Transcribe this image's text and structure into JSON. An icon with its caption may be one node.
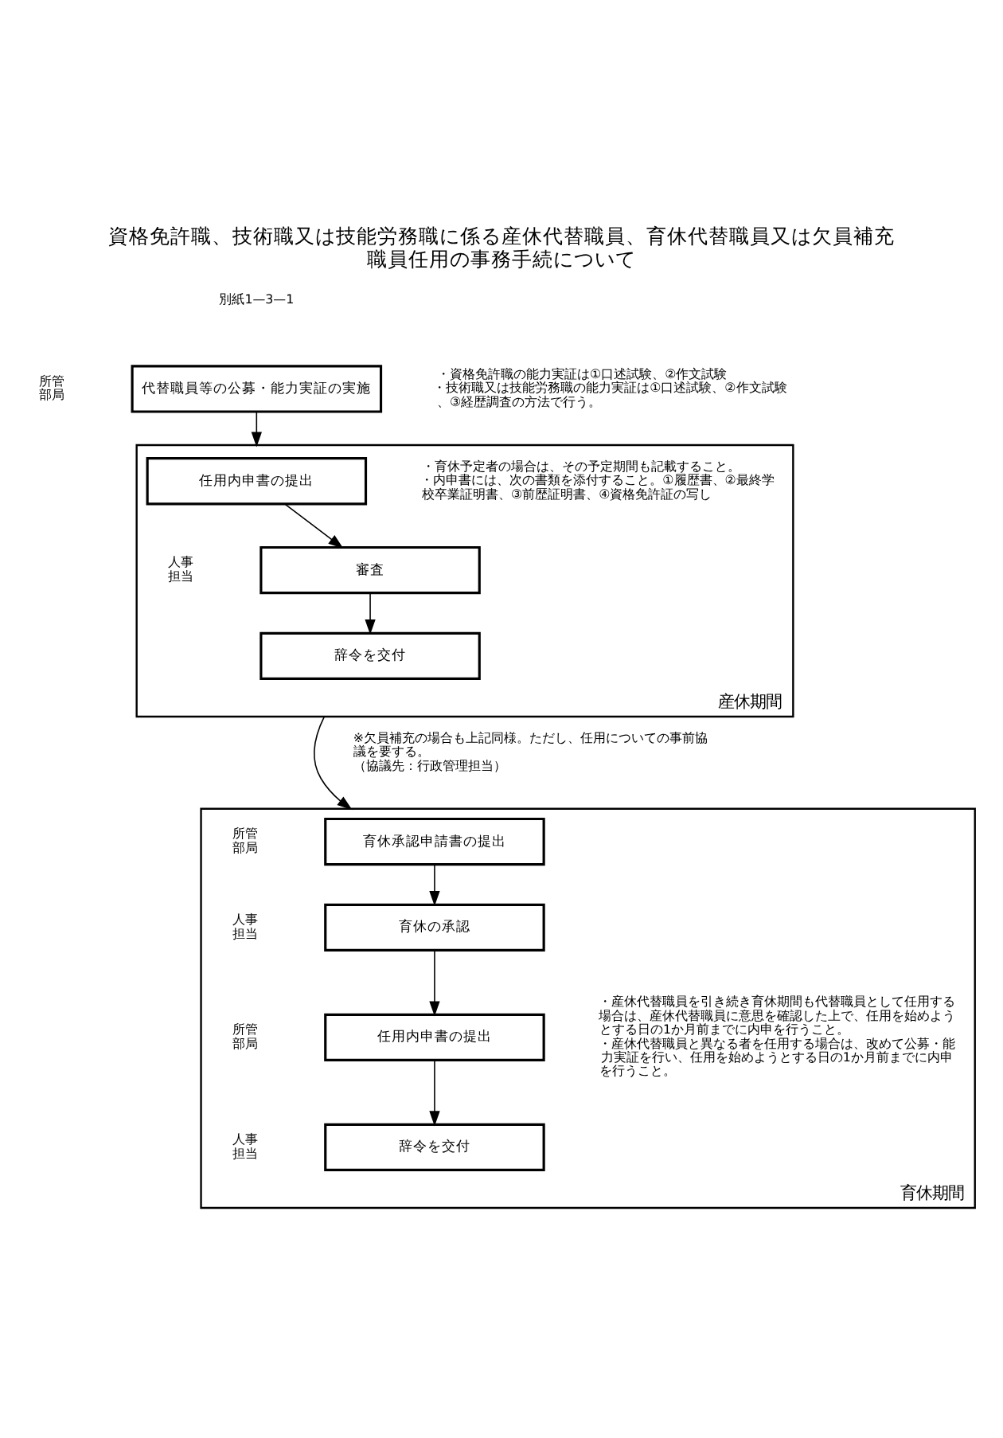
{
  "diagram": {
    "title": "資格免許職、技術職又は技能労務職に係る産休代替職員、育休代替職員又は欠員補充職員任用の事務手続について",
    "nodes": [
      {
        "text": [
          "代替職員等の公募・能力実証の実施"
        ]
      },
      {
        "text": [
          "産休期間"
        ]
      },
      {
        "text": [
          "任用内申書の提出"
        ],
        "in": 1
      },
      {
        "text": [
          "審査"
        ],
        "in": 1
      },
      {
        "text": [
          "辞令を交付"
        ],
        "in": 1
      },
      {
        "text": [
          "育休期間"
        ]
      },
      {
        "text": [
          "育休承認申請書の提出"
        ],
        "in": 5
      },
      {
        "text": [
          "育休の承認"
        ],
        "in": 5
      },
      {
        "text": [
          "任用内申書の提出"
        ],
        "in": 5
      },
      {
        "text": [
          "辞令を交付"
        ],
        "in": 5
      }
    ],
    "edges": [
      {
        "from": 0,
        "to": 1,
        "arrow": "to"
      },
      {
        "from": 2,
        "to": 3,
        "arrow": "to"
      },
      {
        "from": 3,
        "to": 4,
        "arrow": "to"
      },
      {
        "from": 1,
        "to": 5,
        "arrow": "to"
      },
      {
        "from": 6,
        "to": 7,
        "arrow": "to"
      },
      {
        "from": 7,
        "to": 8,
        "arrow": "to"
      },
      {
        "from": 8,
        "to": 9,
        "arrow": "to"
      }
    ],
    "labels": [
      "別紙1—3—1",
      "所管部局",
      "・資格免許職の能力実証は①口述試験、②作文試験",
      "・技術職又は技能労務職の能力実証は①口述試験、②作文試験、③経歴調査の方法で行う。",
      "・育休予定者の場合は、その予定期間も記載すること。",
      "・内申書には、次の書類を添付すること。①履歴書、②最終学校卒業証明書、③前歴証明書、④資格免許証の写し",
      "人事担当",
      "※欠員補充の場合も上記同様。ただし、任用についての事前協議を要する。",
      "（協議先：行政管理担当）",
      "所管部局",
      "人事担当",
      "所管部局",
      "・産休代替職員を引き続き育休期間も代替職員として任用する場合は、産休代替職員に意思を確認した上で、任用を始めようとする日の1か月前までに内申を行うこと。",
      "・産休代替職員と異なる者を任用する場合は、改めて公募・能力実証を行い、任用を始めようとする日の1か月前までに内申を行うこと。",
      "人事担当"
    ]
  }
}
